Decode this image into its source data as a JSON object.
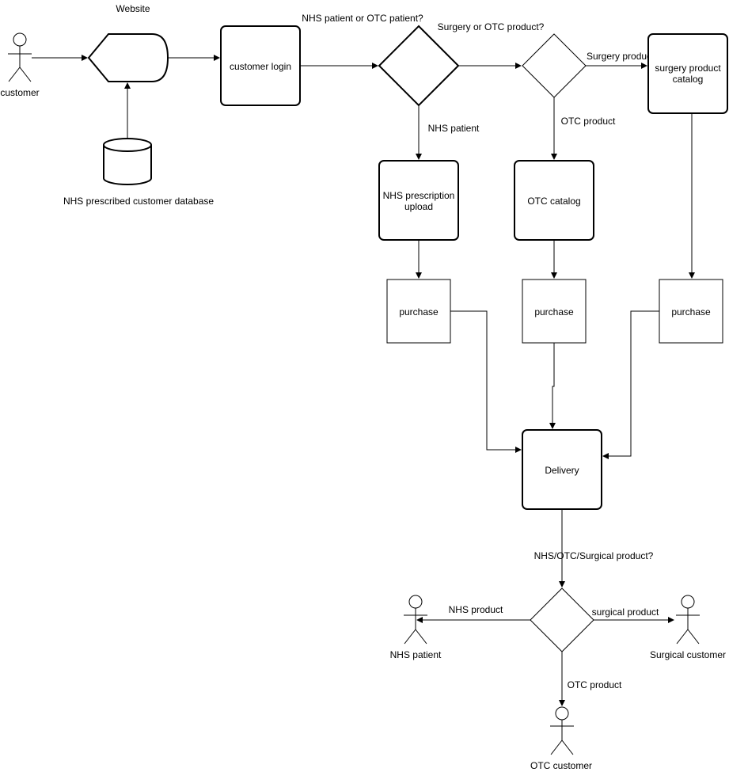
{
  "diagram": {
    "nodes": {
      "customer_actor": "customer",
      "website_label": "Website",
      "database": "NHS prescribed customer database",
      "customer_login": "customer login",
      "decision_patient_type": "NHS patient or OTC patient?",
      "decision_product_type": "Surgery or OTC product?",
      "surgery_catalog_line1": "surgery product",
      "surgery_catalog_line2": "catalog",
      "nhs_upload_line1": "NHS prescription",
      "nhs_upload_line2": "upload",
      "otc_catalog": "OTC catalog",
      "purchase_nhs": "purchase",
      "purchase_otc": "purchase",
      "purchase_surgery": "purchase",
      "delivery": "Delivery",
      "decision_delivery": "NHS/OTC/Surgical product?",
      "nhs_patient_actor": "NHS patient",
      "surgical_customer_actor": "Surgical customer",
      "otc_customer_actor": "OTC customer"
    },
    "edge_labels": {
      "nhs_patient": "NHS patient",
      "surgery_product": "Surgery product",
      "otc_product_top": "OTC product",
      "nhs_product": "NHS product",
      "surgical_product": "surgical product",
      "otc_product_bottom": "OTC product"
    }
  }
}
